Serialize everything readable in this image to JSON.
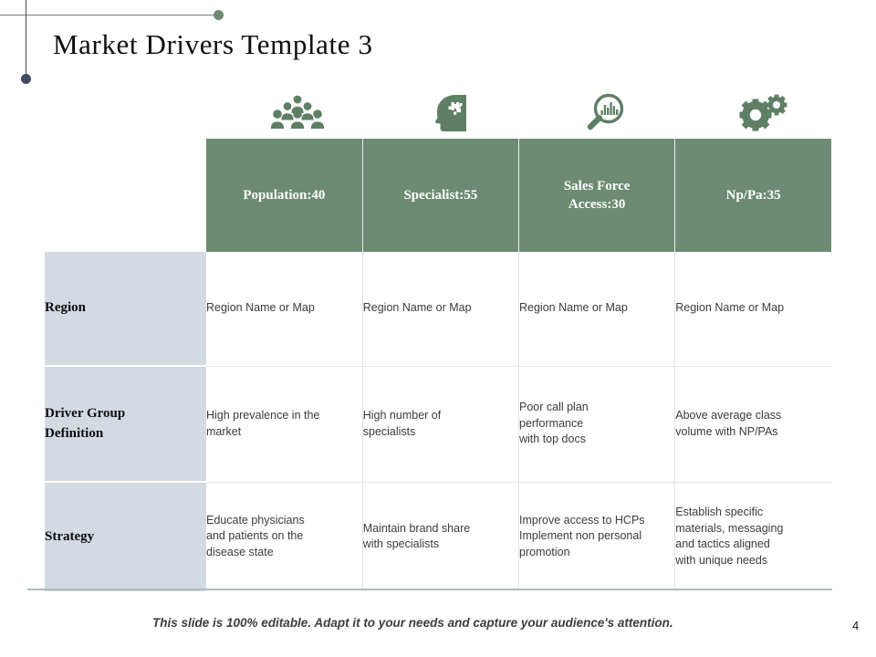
{
  "slide": {
    "title": "Market Drivers Template 3",
    "page_number": "4",
    "footer_note": "This slide is 100% editable. Adapt it to your needs and capture your audience's attention.",
    "accent_green": "#6d8b72",
    "label_column_bg": "#d4dae2",
    "navy_dot": "#434a60"
  },
  "icons": [
    {
      "name": "people-group-icon",
      "column": "Population:40"
    },
    {
      "name": "head-brain-puzzle-icon",
      "column": "Specialist:55"
    },
    {
      "name": "magnifier-bar-chart-icon",
      "column": "Sales Force Access:30"
    },
    {
      "name": "gears-icon",
      "column": "Np/Pa:35"
    }
  ],
  "table": {
    "corner_label": "",
    "columns": [
      {
        "label": "Population:40",
        "lines": [
          "Population:40"
        ]
      },
      {
        "label": "Specialist:55",
        "lines": [
          "Specialist:55"
        ]
      },
      {
        "label": "Sales Force Access:30",
        "lines": [
          "Sales Force",
          "Access:30"
        ]
      },
      {
        "label": "Np/Pa:35",
        "lines": [
          "Np/Pa:35"
        ]
      }
    ],
    "rows": [
      {
        "label": "Region",
        "label_lines": [
          "Region"
        ],
        "cells": [
          {
            "lines": [
              "Region Name or Map"
            ]
          },
          {
            "lines": [
              "Region Name or Map"
            ]
          },
          {
            "lines": [
              "Region Name or Map"
            ]
          },
          {
            "lines": [
              "Region Name or Map"
            ]
          }
        ]
      },
      {
        "label": "Driver Group Definition",
        "label_lines": [
          "Driver Group",
          "Definition"
        ],
        "cells": [
          {
            "lines": [
              "High prevalence in the",
              "market"
            ]
          },
          {
            "lines": [
              "High number of",
              "specialists"
            ]
          },
          {
            "lines": [
              "Poor call plan",
              "performance",
              "with top docs"
            ]
          },
          {
            "lines": [
              "Above average class",
              "volume with NP/PAs"
            ]
          }
        ]
      },
      {
        "label": "Strategy",
        "label_lines": [
          "Strategy"
        ],
        "cells": [
          {
            "lines": [
              "Educate physicians",
              "and patients on the",
              "disease state"
            ]
          },
          {
            "lines": [
              "Maintain brand share",
              "with specialists"
            ]
          },
          {
            "lines": [
              "Improve access to HCPs",
              "Implement non personal",
              "promotion"
            ]
          },
          {
            "lines": [
              "Establish specific",
              "materials, messaging",
              "and tactics aligned",
              "with unique needs"
            ]
          }
        ]
      }
    ]
  }
}
